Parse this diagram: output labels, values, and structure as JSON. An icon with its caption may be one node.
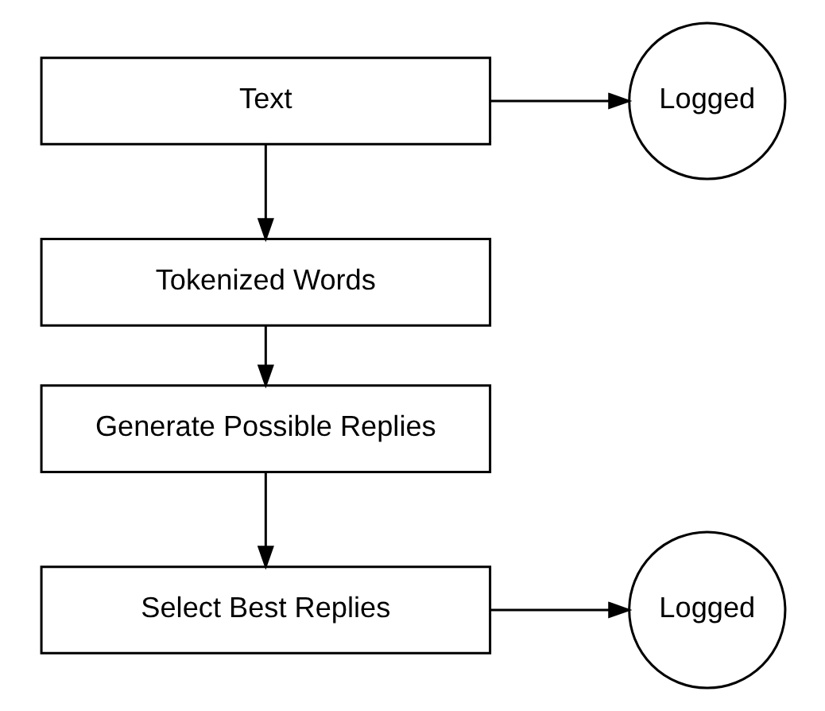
{
  "diagram": {
    "nodes": [
      {
        "text": [
          "Text"
        ]
      },
      {
        "text": [
          "Logged"
        ]
      },
      {
        "text": [
          "Tokenized Words"
        ]
      },
      {
        "text": [
          "Generate Possible Replies"
        ]
      },
      {
        "text": [
          "Select Best Replies"
        ]
      },
      {
        "text": [
          "Logged"
        ]
      }
    ],
    "edges": [
      {
        "from": 0,
        "to": 1,
        "arrow": "to"
      },
      {
        "from": 0,
        "to": 2,
        "arrow": "to"
      },
      {
        "from": 2,
        "to": 3,
        "arrow": "to"
      },
      {
        "from": 3,
        "to": 4,
        "arrow": "to"
      },
      {
        "from": 4,
        "to": 5,
        "arrow": "to"
      }
    ]
  }
}
